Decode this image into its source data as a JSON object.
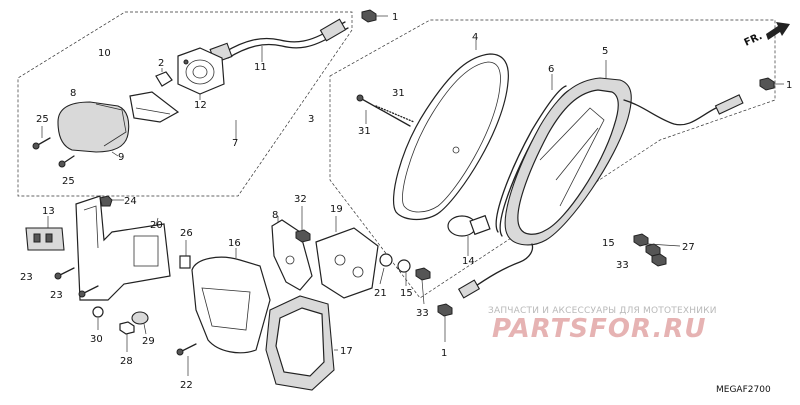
{
  "diagram": {
    "code": "MEGAF2700",
    "direction_label": "FR.",
    "watermark": {
      "caption": "ЗАПЧАСТИ И АКСЕССУАРЫ ДЛЯ МОТОТЕХНИКИ",
      "logo": "PARTSFOR.RU"
    }
  },
  "callouts": {
    "c1a": "1",
    "c1b": "1",
    "c1c": "1",
    "c2": "2",
    "c3": "3",
    "c4": "4",
    "c5": "5",
    "c6": "6",
    "c7": "7",
    "c8a": "8",
    "c8b": "8",
    "c9": "9",
    "c10": "10",
    "c11": "11",
    "c12": "12",
    "c13": "13",
    "c14": "14",
    "c15a": "15",
    "c15b": "15",
    "c16": "16",
    "c17": "17",
    "c19": "19",
    "c20": "20",
    "c21": "21",
    "c22": "22",
    "c23a": "23",
    "c23b": "23",
    "c24": "24",
    "c25a": "25",
    "c25b": "25",
    "c26": "26",
    "c27": "27",
    "c28": "28",
    "c29": "29",
    "c30": "30",
    "c31a": "31",
    "c31b": "31",
    "c32": "32",
    "c33a": "33",
    "c33b": "33"
  }
}
